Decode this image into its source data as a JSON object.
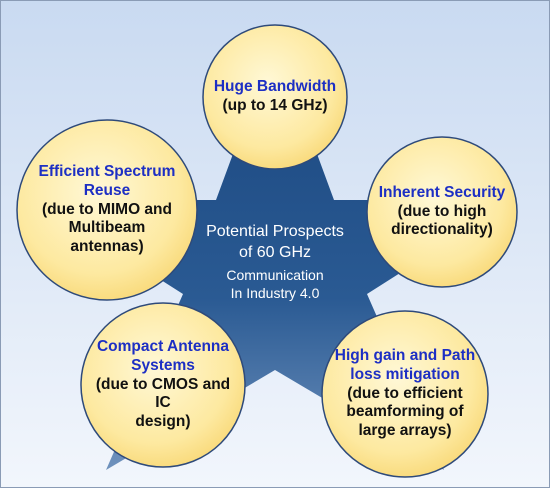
{
  "center": {
    "title": "Potential Prospects\nof 60 GHz",
    "subtitle": "Communication\nIn Industry 4.0"
  },
  "bubbles": [
    {
      "title": "Huge Bandwidth",
      "subtitle": "(up to 14 GHz)"
    },
    {
      "title": "Inherent Security",
      "subtitle": "(due to high\ndirectionality)"
    },
    {
      "title": "High gain and Path\nloss mitigation",
      "subtitle": "(due to efficient\nbeamforming of\nlarge arrays)"
    },
    {
      "title": "Compact Antenna\nSystems",
      "subtitle": "(due to CMOS and IC\ndesign)"
    },
    {
      "title": "Efficient Spectrum\nReuse",
      "subtitle": "(due to MIMO and\nMultibeam antennas)"
    }
  ],
  "colors": {
    "title_text": "#1d2fc4",
    "body_text": "#111111",
    "bubble_fill": "#fde9a0",
    "bubble_stroke": "#2e4a7a",
    "star_fill": "#1f4e84",
    "background": "#dbe7f6"
  }
}
